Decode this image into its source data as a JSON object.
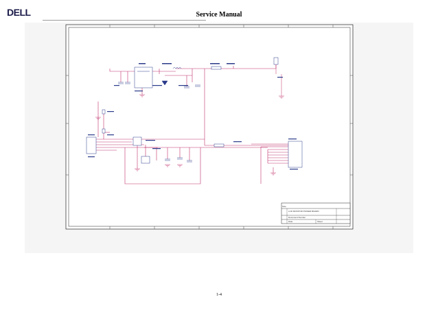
{
  "header": {
    "brand": "DELL",
    "title": "Service Manual"
  },
  "schematic": {
    "title_block": {
      "drawing_title": "LCD MONITOR POWER BOARD",
      "label_a": "Size",
      "label_b": "Document Number",
      "label_c": "Date",
      "label_d": "Sheet"
    }
  },
  "footer": {
    "page_number": "1-4"
  },
  "colors": {
    "wire": "#c0306a",
    "frame": "#222222",
    "component": "#2a3a8a"
  }
}
